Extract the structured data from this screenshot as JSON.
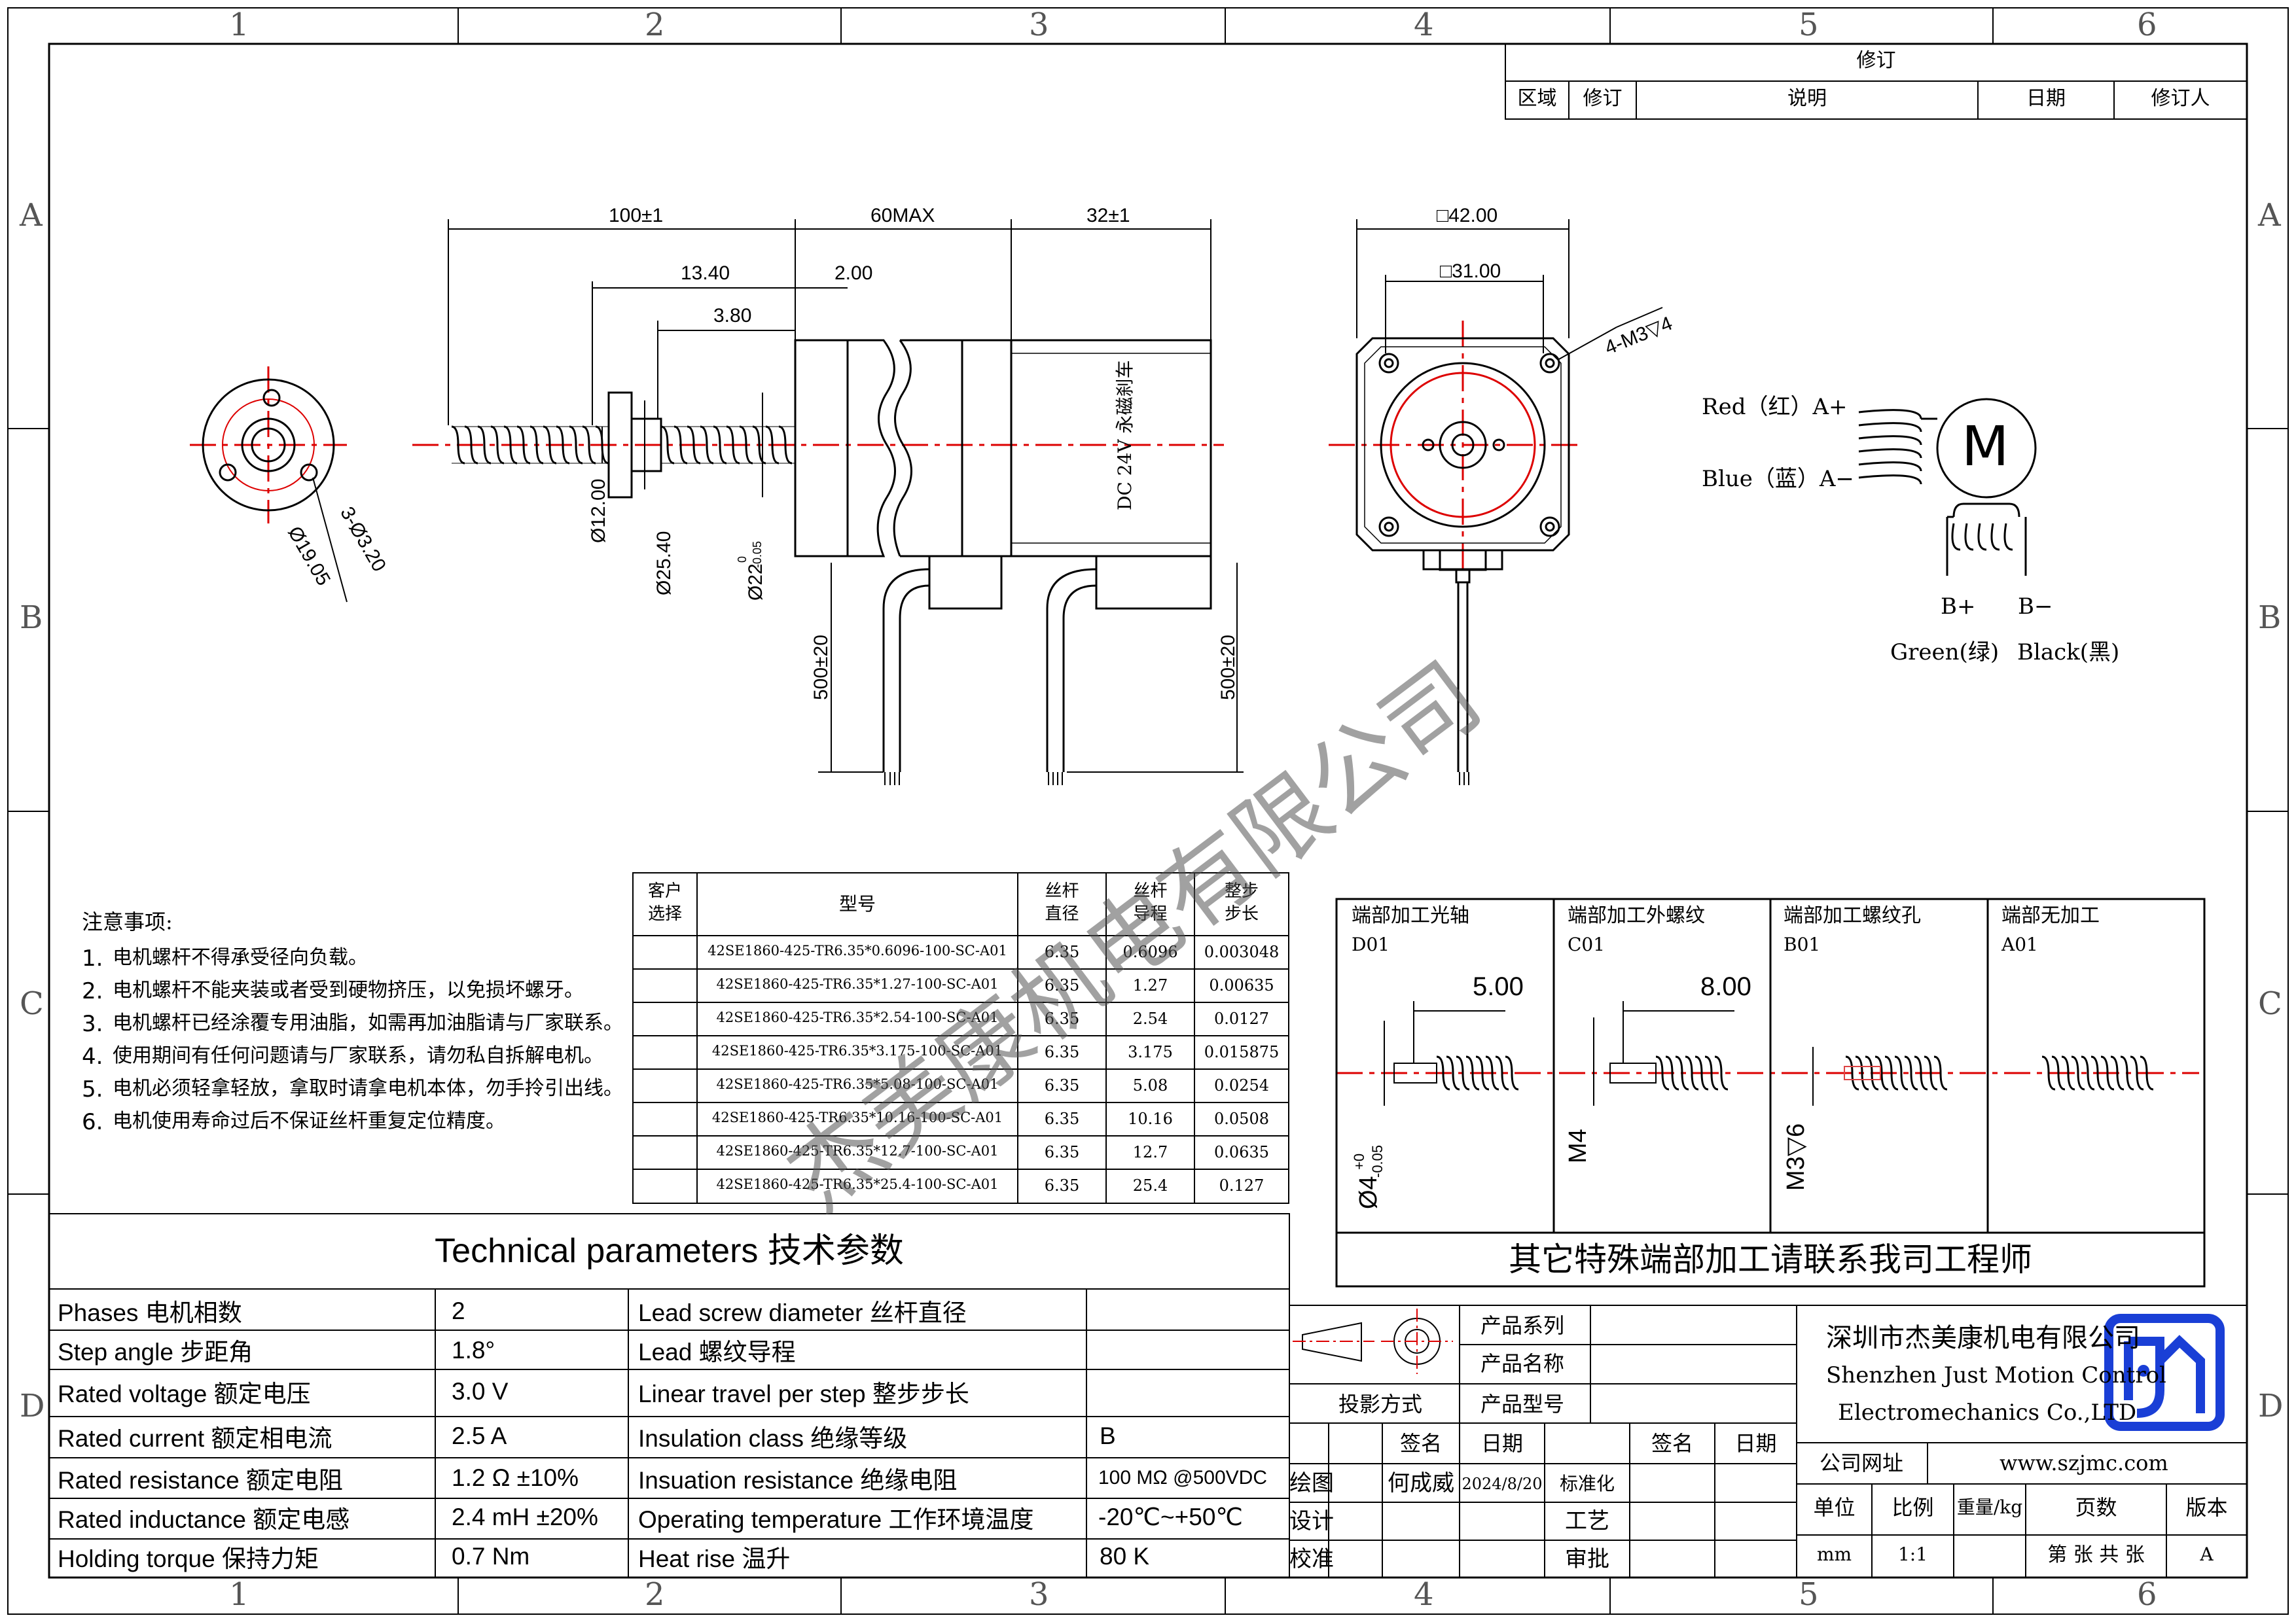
{
  "zone_labels": {
    "cols": [
      "1",
      "2",
      "3",
      "4",
      "5",
      "6"
    ],
    "rows": [
      "A",
      "B",
      "C",
      "D"
    ]
  },
  "revision_table": {
    "title": "修订",
    "headers": [
      "区域",
      "修订",
      "说明",
      "日期",
      "修订人"
    ]
  },
  "dimensions": {
    "overall": "100±1",
    "body": "60MAX",
    "brake": "32±1",
    "d13_40": "13.40",
    "d3_80": "3.80",
    "d2_00": "2.00",
    "phi12": "Ø12.00",
    "phi25": "Ø25.40",
    "phi22": "Ø22",
    "phi22_tol_upper": "0",
    "phi22_tol_lower": "-0.05",
    "lead_left": "500±20",
    "lead_right": "500±20",
    "phi19": "Ø19.05",
    "holes": "3-Ø3.20",
    "sq42": "□42.00",
    "sq31": "□31.00",
    "m3": "4-M3▽4",
    "brake_text": "DC 24V 永磁刹车"
  },
  "wiring": {
    "red": "Red（红）A+",
    "blue": "Blue（蓝）A−",
    "motor": "M",
    "bplus": "B+",
    "bminus": "B−",
    "green": "Green(绿)",
    "black": "Black(黑)"
  },
  "notes": {
    "title": "注意事项:",
    "items": [
      {
        "n": "1.",
        "text": "电机螺杆不得承受径向负载。"
      },
      {
        "n": "2.",
        "text": "电机螺杆不能夹装或者受到硬物挤压，以免损坏螺牙。"
      },
      {
        "n": "3.",
        "text": "电机螺杆已经涂覆专用油脂，如需再加油脂请与厂家联系。"
      },
      {
        "n": "4.",
        "text": "使用期间有任何问题请与厂家联系，请勿私自拆解电机。"
      },
      {
        "n": "5.",
        "text": "电机必须轻拿轻放，拿取时请拿电机本体，勿手拎引出线。"
      },
      {
        "n": "6.",
        "text": "电机使用寿命过后不保证丝杆重复定位精度。"
      }
    ]
  },
  "model_table": {
    "headers": [
      "客户\n选择",
      "型号",
      "丝杆\n直径",
      "丝杆\n导程",
      "整步\n步长"
    ],
    "rows": [
      [
        "",
        "42SE1860-425-TR6.35*0.6096-100-SC-A01",
        "6.35",
        "0.6096",
        "0.003048"
      ],
      [
        "",
        "42SE1860-425-TR6.35*1.27-100-SC-A01",
        "6.35",
        "1.27",
        "0.00635"
      ],
      [
        "",
        "42SE1860-425-TR6.35*2.54-100-SC-A01",
        "6.35",
        "2.54",
        "0.0127"
      ],
      [
        "",
        "42SE1860-425-TR6.35*3.175-100-SC-A01",
        "6.35",
        "3.175",
        "0.015875"
      ],
      [
        "",
        "42SE1860-425-TR6.35*5.08-100-SC-A01",
        "6.35",
        "5.08",
        "0.0254"
      ],
      [
        "",
        "42SE1860-425-TR6.35*10.16-100-SC-A01",
        "6.35",
        "10.16",
        "0.0508"
      ],
      [
        "",
        "42SE1860-425-TR6.35*12.7-100-SC-A01",
        "6.35",
        "12.7",
        "0.0635"
      ],
      [
        "",
        "42SE1860-425-TR6.35*25.4-100-SC-A01",
        "6.35",
        "25.4",
        "0.127"
      ]
    ]
  },
  "end_machining": {
    "panels": [
      {
        "title": "端部加工光轴",
        "code": "D01",
        "dim": "5.00",
        "side": "Ø4",
        "side_tol_upper": "+0",
        "side_tol_lower": "-0.05"
      },
      {
        "title": "端部加工外螺纹",
        "code": "C01",
        "dim": "8.00",
        "side": "M4"
      },
      {
        "title": "端部加工螺纹孔",
        "code": "B01",
        "side": "M3▽6"
      },
      {
        "title": "端部无加工",
        "code": "A01"
      }
    ],
    "footer": "其它特殊端部加工请联系我司工程师"
  },
  "tech": {
    "title": "Technical parameters 技术参数",
    "left": [
      {
        "label": "Phases 电机相数",
        "value": "2"
      },
      {
        "label": "Step angle 步距角",
        "value": "1.8°"
      },
      {
        "label": "Rated voltage 额定电压",
        "value": "3.0 V"
      },
      {
        "label": "Rated current 额定相电流",
        "value": "2.5 A"
      },
      {
        "label": "Rated resistance 额定电阻",
        "value": "1.2 Ω  ±10%"
      },
      {
        "label": "Rated inductance 额定电感",
        "value": "2.4 mH ±20%"
      },
      {
        "label": "Holding torque 保持力矩",
        "value": "0.7 Nm"
      }
    ],
    "right": [
      {
        "label": "Lead screw diameter 丝杆直径",
        "value": ""
      },
      {
        "label": "Lead 螺纹导程",
        "value": ""
      },
      {
        "label": "Linear travel per step 整步步长",
        "value": ""
      },
      {
        "label": "Insulation class 绝缘等级",
        "value": "B"
      },
      {
        "label": "Insuation resistance 绝缘电阻",
        "value": "100 MΩ @500VDC"
      },
      {
        "label": "Operating temperature 工作环境温度",
        "value": "-20℃~+50℃"
      },
      {
        "label": "Heat rise 温升",
        "value": "80 K"
      }
    ]
  },
  "title_block": {
    "product_series": "产品系列",
    "product_name": "产品名称",
    "projection": "投影方式",
    "product_model": "产品型号",
    "sign": "签名",
    "date": "日期",
    "sign2": "签名",
    "date2": "日期",
    "drawn": "绘图",
    "drawn_by": "何成威",
    "drawn_date": "2024/8/20",
    "standard": "标准化",
    "design": "设计",
    "process": "工艺",
    "check": "校准",
    "approve": "审批",
    "company_cn": "深圳市杰美康机电有限公司",
    "company_en1": "Shenzhen Just Motion Control",
    "company_en2": "Electromechanics Co.,LTD",
    "website_label": "公司网址",
    "website": "www.szjmc.com",
    "unit": "单位",
    "scale": "比例",
    "weight": "重量/kg",
    "pages": "页数",
    "version": "版本",
    "unit_val": "mm",
    "scale_val": "1:1",
    "pages_val": "第 张 共 张",
    "version_val": "A"
  },
  "watermark": "杰美康机电有限公司",
  "colors": {
    "center_line": "#dd0000",
    "line": "#000000",
    "logo": "#1a3fd6",
    "watermark": "#555555"
  }
}
